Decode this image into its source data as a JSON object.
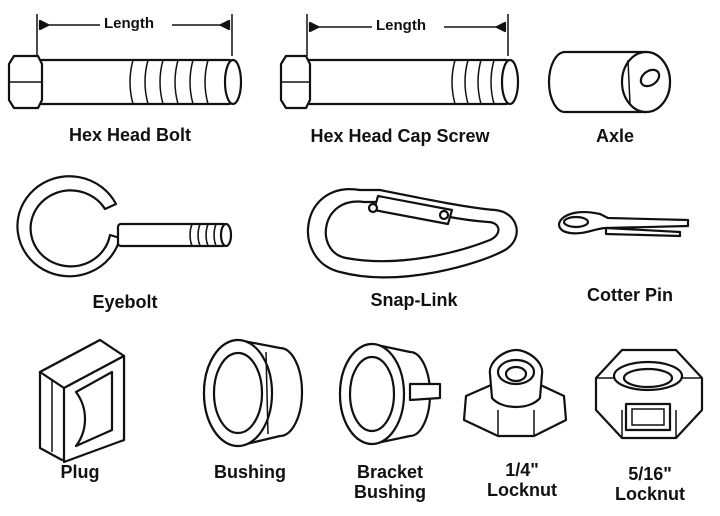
{
  "diagram": {
    "dimension_label_bolt": "Length",
    "dimension_label_screw": "Length",
    "parts": [
      {
        "key": "hex_head_bolt",
        "label": "Hex Head Bolt"
      },
      {
        "key": "hex_head_cap_screw",
        "label": "Hex Head Cap Screw"
      },
      {
        "key": "axle",
        "label": "Axle"
      },
      {
        "key": "eyebolt",
        "label": "Eyebolt"
      },
      {
        "key": "snap_link",
        "label": "Snap-Link"
      },
      {
        "key": "cotter_pin",
        "label": "Cotter Pin"
      },
      {
        "key": "plug",
        "label": "Plug"
      },
      {
        "key": "bushing",
        "label": "Bushing"
      },
      {
        "key": "bracket_bushing",
        "label_line1": "Bracket",
        "label_line2": "Bushing"
      },
      {
        "key": "locknut_quarter",
        "label_line1": "1/4\"",
        "label_line2": "Locknut"
      },
      {
        "key": "locknut_5_16",
        "label_line1": "5/16\"",
        "label_line2": "Locknut"
      }
    ]
  }
}
